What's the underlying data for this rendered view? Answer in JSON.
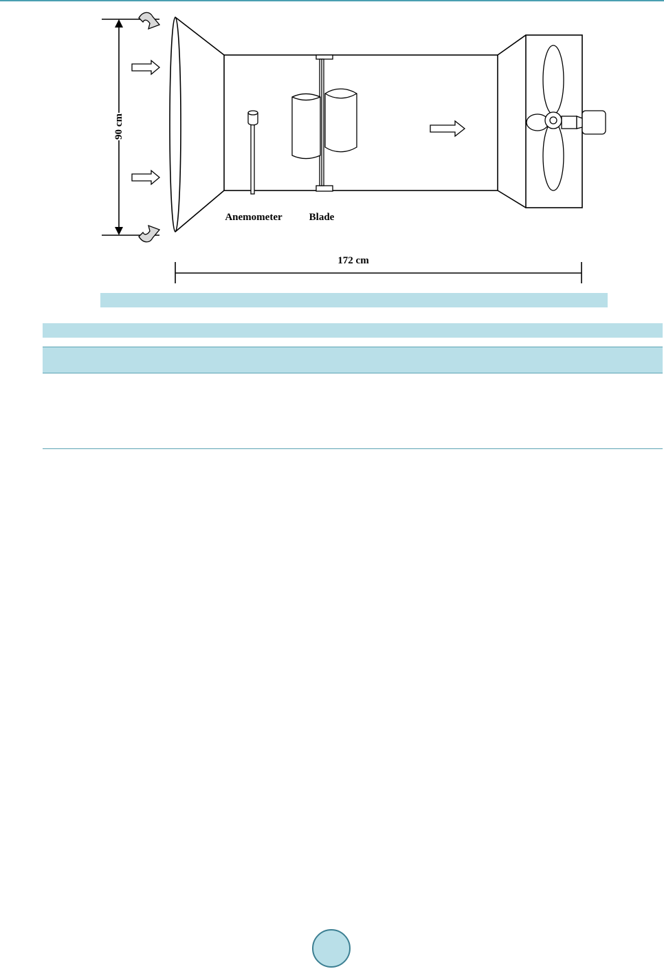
{
  "figure": {
    "labels": {
      "height_dimension": "90 cm",
      "length_dimension": "172 cm",
      "anemometer": "Anemometer",
      "blade": "Blade"
    }
  },
  "colors": {
    "accent_bar": "#b9dfe8",
    "rule": "#4a9fb1",
    "badge_border": "#3c7f92"
  }
}
